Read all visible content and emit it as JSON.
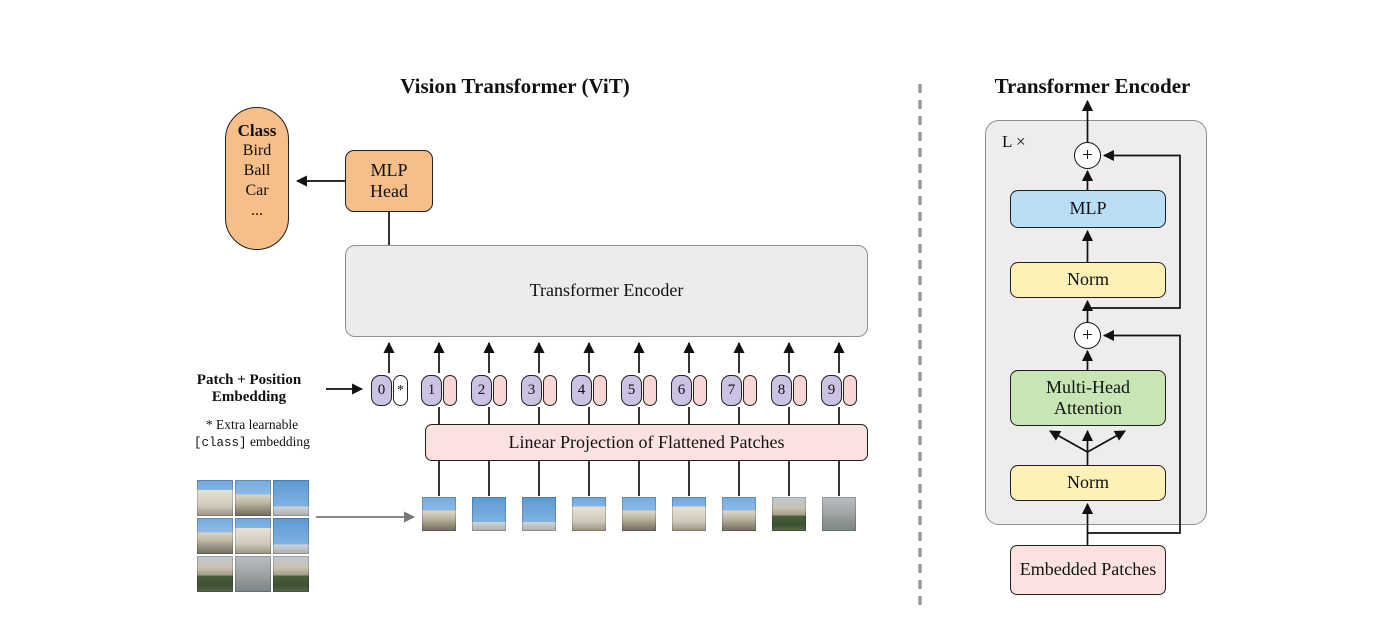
{
  "left": {
    "title": "Vision Transformer (ViT)",
    "class_pill": {
      "header": "Class",
      "items": [
        "Bird",
        "Ball",
        "Car",
        "..."
      ]
    },
    "mlp_head": "MLP Head",
    "encoder_label": "Transformer Encoder",
    "linear_projection_label": "Linear Projection of Flattened Patches",
    "patch_position_label_line1": "Patch + Position",
    "patch_position_label_line2": "Embedding",
    "note_line1": "* Extra learnable",
    "note_code": "[class]",
    "note_rest": "embedding",
    "class_token_star": "*",
    "tokens": [
      "0",
      "1",
      "2",
      "3",
      "4",
      "5",
      "6",
      "7",
      "8",
      "9"
    ]
  },
  "right": {
    "title": "Transformer Encoder",
    "loop_label": "L ×",
    "plus": "+",
    "mlp_label": "MLP",
    "norm_upper_label": "Norm",
    "norm_lower_label": "Norm",
    "mha_label": "Multi-Head Attention",
    "embedded_patches_label": "Embedded Patches"
  },
  "colors": {
    "orange": "#F6BE88",
    "gray_box": "#ECECEC",
    "pink": "#FBE2E0",
    "lavender": "#CBC2E4",
    "patch_pink": "#F7D6D3",
    "yellow": "#FCF1B6",
    "green": "#C7E5B5",
    "blue": "#B9DEF5"
  }
}
